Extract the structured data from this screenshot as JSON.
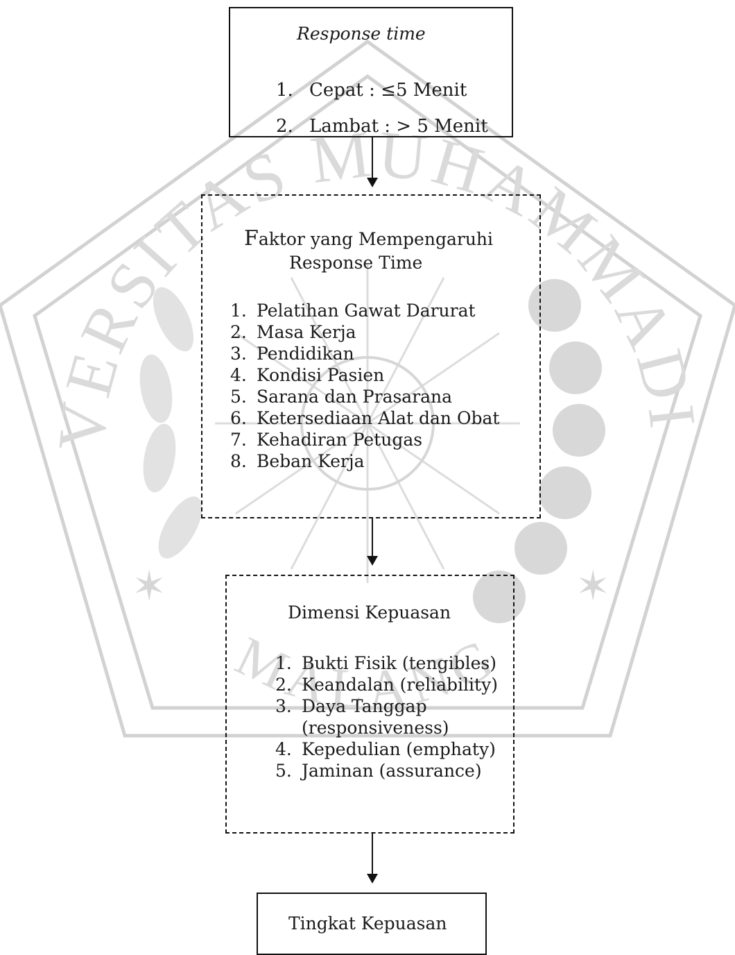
{
  "watermark": {
    "arc_text_top": "UNIVERSITAS MUHAMMADIYAH",
    "arc_text_bottom": "MALANG"
  },
  "response_box": {
    "title": "Response time",
    "items": [
      {
        "num": "1.",
        "text": "Cepat : ≤5 Menit"
      },
      {
        "num": "2.",
        "text": "Lambat : > 5 Menit"
      }
    ]
  },
  "factors_box": {
    "title_cap": "F",
    "title_rest": "aktor yang Mempengaruhi",
    "title_line2": "Response Time",
    "items": [
      {
        "num": "1.",
        "text": "Pelatihan Gawat Darurat"
      },
      {
        "num": "2.",
        "text": "Masa Kerja"
      },
      {
        "num": "3.",
        "text": "Pendidikan"
      },
      {
        "num": "4.",
        "text": "Kondisi Pasien"
      },
      {
        "num": "5.",
        "text": "Sarana dan Prasarana"
      },
      {
        "num": "6.",
        "text": "Ketersediaan Alat dan Obat"
      },
      {
        "num": "7.",
        "text": "Kehadiran Petugas"
      },
      {
        "num": "8.",
        "text": "Beban Kerja"
      }
    ]
  },
  "dimension_box": {
    "title": "Dimensi Kepuasan",
    "items": [
      {
        "num": "1.",
        "text": "Bukti Fisik (tengibles)"
      },
      {
        "num": "2.",
        "text": "Keandalan (reliability)"
      },
      {
        "num": "3.",
        "text": "Daya Tanggap"
      },
      {
        "num": "",
        "text": "(responsiveness)"
      },
      {
        "num": "4.",
        "text": "Kepedulian (emphaty)"
      },
      {
        "num": "5.",
        "text": "Jaminan (assurance)"
      }
    ]
  },
  "satisfaction_box": {
    "title": "Tingkat Kepuasan"
  }
}
